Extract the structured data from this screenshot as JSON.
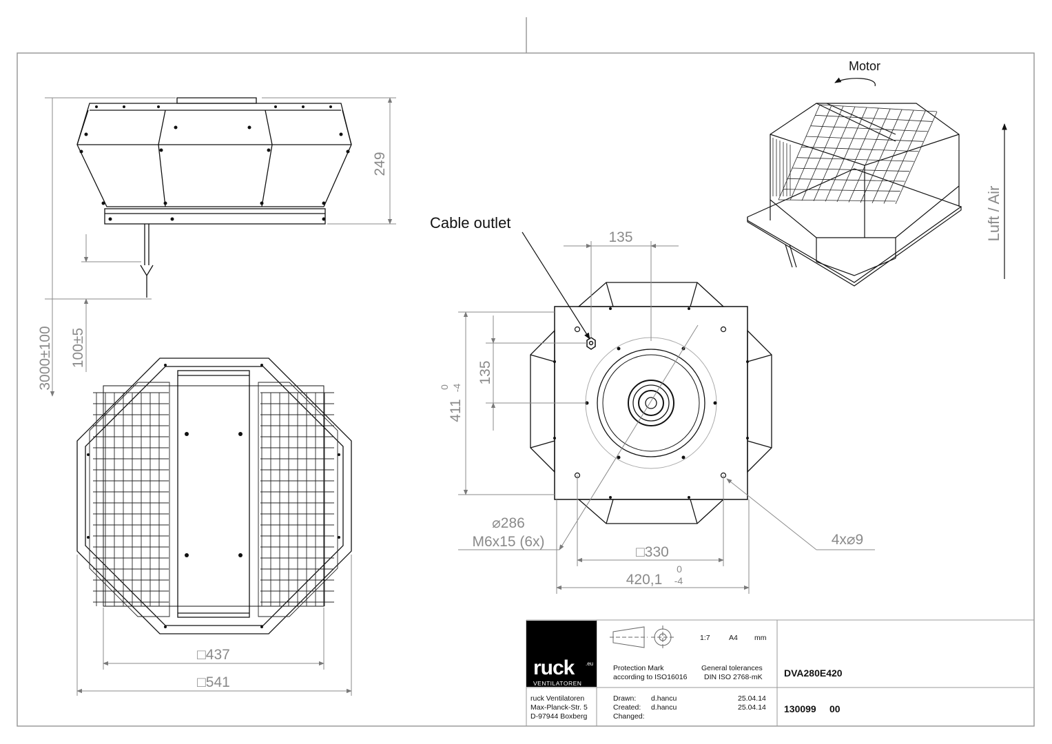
{
  "labels": {
    "motor": "Motor",
    "luft_air": "Luft / Air",
    "cable_outlet": "Cable outlet"
  },
  "dimensions": {
    "height_249": "249",
    "cable_length": "3000±100",
    "cable_end": "100±5",
    "spacing_135_h": "135",
    "spacing_135_v": "135",
    "size_411": "411",
    "tol_411_upper": "0",
    "tol_411_lower": "-4",
    "diameter_286": "⌀286",
    "screws": "M6x15 (6x)",
    "holes": "4x⌀9",
    "square_330": "□330",
    "size_420": "420,1",
    "tol_420_upper": "0",
    "tol_420_lower": "-4",
    "square_437": "□437",
    "square_541": "□541"
  },
  "title_block": {
    "scale": "1:7",
    "paper": "A4",
    "unit": "mm",
    "protection_label": "Protection Mark",
    "protection_std": "according to ISO16016",
    "tolerance_label": "General tolerances",
    "tolerance_std": "DIN ISO 2768-mK",
    "product_code": "DVA280E420",
    "logo_main": "ruck",
    "logo_eu": ".eu",
    "logo_sub": "VENTILATOREN",
    "company_name": "ruck Ventilatoren",
    "company_street": "Max-Planck-Str. 5",
    "company_city": "D-97944 Boxberg",
    "drawn_label": "Drawn:",
    "drawn_by": "d.hancu",
    "drawn_date": "25.04.14",
    "created_label": "Created:",
    "created_by": "d.hancu",
    "created_date": "25.04.14",
    "changed_label": "Changed:",
    "drawing_number": "130099",
    "revision": "00"
  }
}
